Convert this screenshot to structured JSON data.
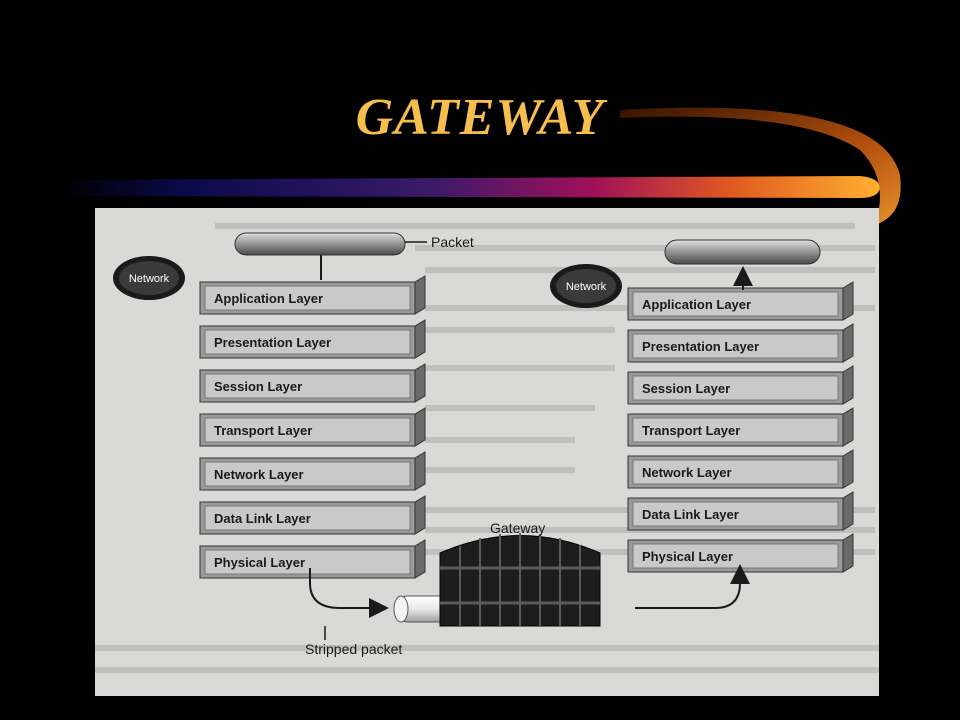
{
  "slide": {
    "title": "GATEWAY"
  },
  "diagram": {
    "left_stack": {
      "network_label": "Network",
      "packet_label": "Packet",
      "layers": [
        "Application Layer",
        "Presentation Layer",
        "Session Layer",
        "Transport Layer",
        "Network Layer",
        "Data Link Layer",
        "Physical Layer"
      ]
    },
    "right_stack": {
      "network_label": "Network",
      "layers": [
        "Application Layer",
        "Presentation Layer",
        "Session Layer",
        "Transport Layer",
        "Network Layer",
        "Data Link Layer",
        "Physical Layer"
      ]
    },
    "gateway_label": "Gateway",
    "stripped_packet_label": "Stripped packet"
  },
  "colors": {
    "title": "#f6bd4f",
    "layer_fill": "#9a9a9a",
    "layer_inner": "#c9c9c9",
    "page_bg": "#d9d9d7"
  }
}
